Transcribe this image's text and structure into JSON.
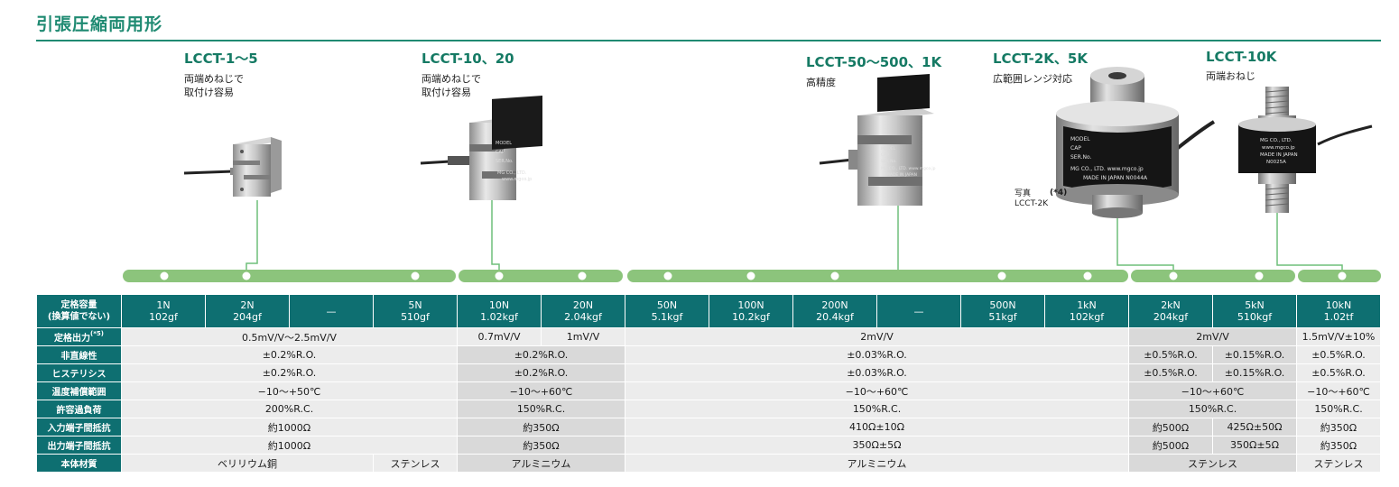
{
  "section_title": "引張圧縮両用形",
  "models": [
    {
      "name": "LCCT-1〜5",
      "desc": "両端めねじで\n取付け容易"
    },
    {
      "name": "LCCT-10、20",
      "desc": "両端めねじで\n取付け容易"
    },
    {
      "name": "LCCT-50〜500、1K",
      "desc": "高精度"
    },
    {
      "name": "LCCT-2K、5K",
      "desc": "広範囲レンジ対応"
    },
    {
      "name": "LCCT-10K",
      "desc": "両端おねじ"
    }
  ],
  "photo_caption": {
    "line1": "写真",
    "line2": "LCCT-2K",
    "note": "(*4)"
  },
  "product_labels": {
    "lcct10": [
      "MODEL",
      "CAP",
      "SER.No.",
      "MG CO., LTD.",
      "www.mgco.jp"
    ],
    "lcct50": [
      "MODEL",
      "CAP",
      "SER.No.",
      "MG CO., LTD.  www.mgco.jp",
      "MADE IN JAPAN"
    ],
    "lcct2k": [
      "MODEL",
      "CAP",
      "SER.No.",
      "MG CO., LTD.  www.mgco.jp",
      "MADE IN JAPAN   N0044A"
    ],
    "lcct10k": [
      "MG CO., LTD.",
      "www.mgco.jp",
      "MADE IN JAPAN",
      "N0025A"
    ]
  },
  "colors": {
    "accent": "#1f8a72",
    "header": "#0e6f71",
    "timeline": "#8cc47c",
    "connector": "#6fbf7a"
  },
  "table": {
    "header_label": [
      "定格容量",
      "(換算値でない)"
    ],
    "capacities": [
      [
        "1N",
        "102gf"
      ],
      [
        "2N",
        "204gf"
      ],
      [
        "—",
        ""
      ],
      [
        "5N",
        "510gf"
      ],
      [
        "10N",
        "1.02kgf"
      ],
      [
        "20N",
        "2.04kgf"
      ],
      [
        "50N",
        "5.1kgf"
      ],
      [
        "100N",
        "10.2kgf"
      ],
      [
        "200N",
        "20.4kgf"
      ],
      [
        "—",
        ""
      ],
      [
        "500N",
        "51kgf"
      ],
      [
        "1kN",
        "102kgf"
      ],
      [
        "2kN",
        "204kgf"
      ],
      [
        "5kN",
        "510kgf"
      ],
      [
        "10kN",
        "1.02tf"
      ]
    ],
    "rows": {
      "rated_output": {
        "label": "定格出力",
        "note": "(*5)",
        "a": "0.5mV/V〜2.5mV/V",
        "b1": "0.7mV/V",
        "b2": "1mV/V",
        "c": "2mV/V",
        "d": "2mV/V",
        "e": "1.5mV/V±10%"
      },
      "nonlinearity": {
        "label": "非直線性",
        "a": "±0.2%R.O.",
        "b": "±0.2%R.O.",
        "c": "±0.03%R.O.",
        "d1": "±0.5%R.O.",
        "d2": "±0.15%R.O.",
        "e": "±0.5%R.O."
      },
      "hysteresis": {
        "label": "ヒステリシス",
        "a": "±0.2%R.O.",
        "b": "±0.2%R.O.",
        "c": "±0.03%R.O.",
        "d1": "±0.5%R.O.",
        "d2": "±0.15%R.O.",
        "e": "±0.5%R.O."
      },
      "temp_range": {
        "label": "温度補償範囲",
        "a": "−10〜+50℃",
        "b": "−10〜+60℃",
        "c": "−10〜+60℃",
        "d": "−10〜+60℃",
        "e": "−10〜+60℃"
      },
      "overload": {
        "label": "許容過負荷",
        "a": "200%R.C.",
        "b": "150%R.C.",
        "c": "150%R.C.",
        "d": "150%R.C.",
        "e": "150%R.C."
      },
      "input_res": {
        "label": "入力端子間抵抗",
        "a": "約1000Ω",
        "b": "約350Ω",
        "c": "410Ω±10Ω",
        "d1": "約500Ω",
        "d2": "425Ω±50Ω",
        "e": "約350Ω"
      },
      "output_res": {
        "label": "出力端子間抵抗",
        "a": "約1000Ω",
        "b": "約350Ω",
        "c": "350Ω±5Ω",
        "d1": "約500Ω",
        "d2": "350Ω±5Ω",
        "e": "約350Ω"
      },
      "material": {
        "label": "本体材質",
        "a1": "ベリリウム銅",
        "a2": "ステンレス",
        "b": "アルミニウム",
        "c": "アルミニウム",
        "d": "ステンレス",
        "e": "ステンレス"
      }
    }
  }
}
